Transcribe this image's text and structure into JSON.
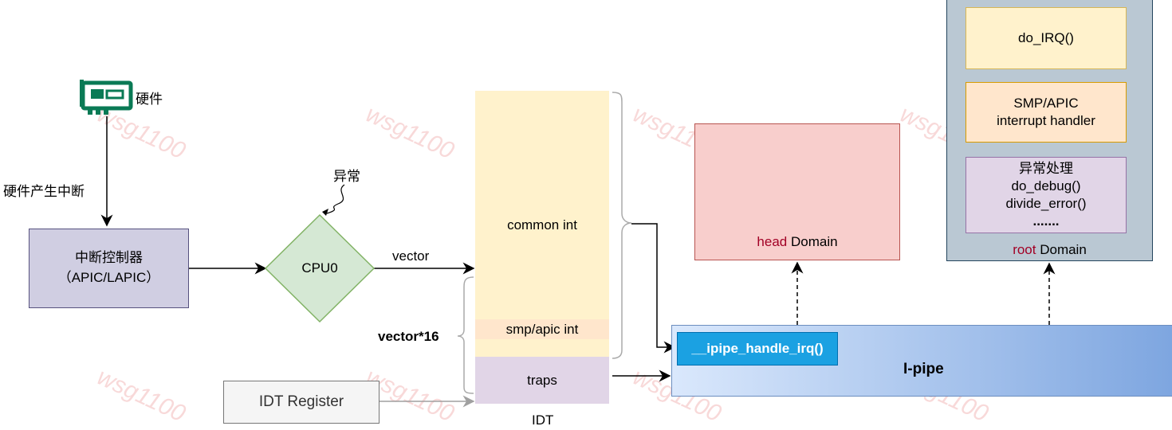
{
  "hardware": {
    "label": "硬件"
  },
  "hw_interrupt": {
    "label": "硬件产生中断"
  },
  "interrupt_controller": {
    "line1": "中断控制器",
    "line2": "（APIC/LAPIC）"
  },
  "exception": {
    "label": "异常"
  },
  "cpu": {
    "label": "CPU0"
  },
  "vector": {
    "label": "vector"
  },
  "vector16": {
    "label": "vector*16"
  },
  "idt": {
    "common": "common int",
    "smp": "smp/apic int",
    "traps": "traps",
    "caption": "IDT"
  },
  "idt_register": {
    "label": "IDT Register"
  },
  "head_domain": {
    "prefix": "head",
    "suffix": " Domain"
  },
  "root_domain": {
    "prefix": "root",
    "suffix": " Domain",
    "do_irq": "do_IRQ()",
    "smp_line1": "SMP/APIC",
    "smp_line2": "interrupt handler",
    "exc_line1": "异常处理",
    "exc_line2": "do_debug()",
    "exc_line3": "divide_error()",
    "exc_line4": "......."
  },
  "ipipe": {
    "label": "I-pipe",
    "handler": "__ipipe_handle_irq()"
  },
  "watermark": "wsg1100",
  "colors": {
    "controller": "#d0cee2",
    "cpu": "#d5e8d4",
    "idt_common": "#fff2cc",
    "idt_smp": "#ffe6cc",
    "idt_traps": "#e1d5e7",
    "head": "#f8cecc",
    "root": "#bac8d3",
    "ipipe_start": "#dae8fc",
    "ipipe_end": "#7ea6e0",
    "handler": "#1ba1e2",
    "domain_word": "#a20025"
  }
}
